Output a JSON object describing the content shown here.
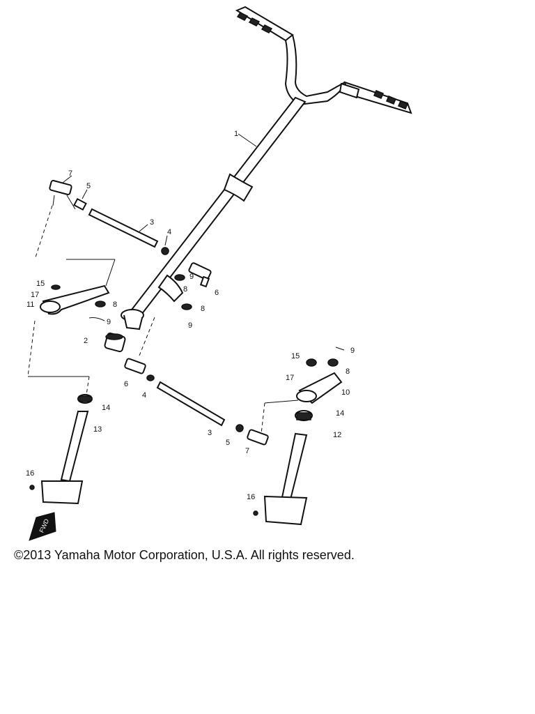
{
  "diagram": {
    "callouts": [
      "1",
      "2",
      "3",
      "4",
      "5",
      "6",
      "7",
      "8",
      "9",
      "10",
      "11",
      "12",
      "13",
      "14",
      "15",
      "16",
      "17"
    ],
    "fwd_marker": "FWD"
  },
  "footer": {
    "copyright": "©2013 Yamaha Motor Corporation, U.S.A. All rights reserved."
  }
}
